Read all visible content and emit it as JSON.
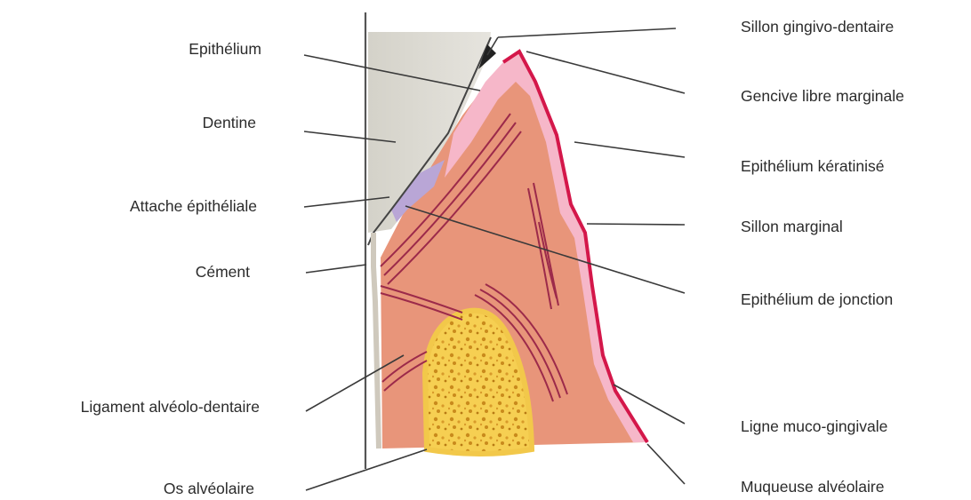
{
  "labels_left": [
    {
      "id": "epithelium",
      "text": "Epithélium"
    },
    {
      "id": "dentine",
      "text": "Dentine"
    },
    {
      "id": "attache",
      "text": "Attache épithéliale"
    },
    {
      "id": "cement",
      "text": "Cément"
    },
    {
      "id": "ligament",
      "text": "Ligament alvéolo-dentaire"
    },
    {
      "id": "os",
      "text": "Os alvéolaire"
    }
  ],
  "labels_right": [
    {
      "id": "sillon-gingivo",
      "text": "Sillon gingivo-dentaire"
    },
    {
      "id": "gencive-libre",
      "text": "Gencive libre marginale"
    },
    {
      "id": "epith-kerat",
      "text": "Epithélium kératinisé"
    },
    {
      "id": "sillon-marginal",
      "text": "Sillon marginal"
    },
    {
      "id": "epith-jonction",
      "text": "Epithélium de jonction"
    },
    {
      "id": "ligne-muco",
      "text": "Ligne muco-gingivale"
    },
    {
      "id": "muqueuse",
      "text": "Muqueuse alvéolaire"
    }
  ],
  "colors": {
    "tissue": "#e8957a",
    "epithelium": "#f6b7c9",
    "keratin": "#d4174a",
    "bone": "#f7d25a",
    "bone_dots": "#c98a1c",
    "fibers": "#9c2a4a",
    "dentine": "#d9d7d0",
    "leader": "#3a3a3a"
  }
}
